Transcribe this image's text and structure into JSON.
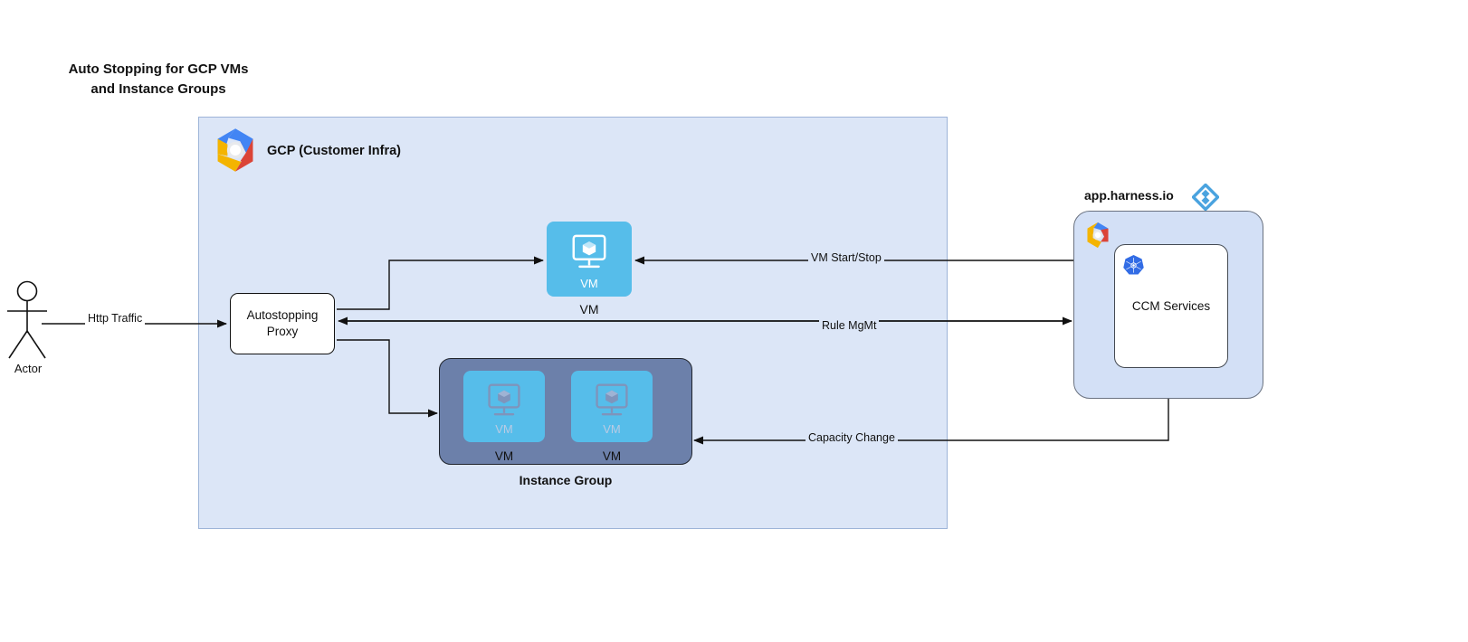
{
  "title": "Auto Stopping for GCP VMs\nand Instance Groups",
  "colors": {
    "gcp_container_fill": "#dce6f7",
    "vm_tile": "#56bdea",
    "instance_group_fill": "#6c80aa",
    "harness_panel_fill": "#d3e0f6",
    "harness_logo_blue": "#4aa3df",
    "kubernetes_blue": "#326ce5",
    "line": "#111111"
  },
  "actor": {
    "label": "Actor",
    "icon": "actor-stick-figure-icon"
  },
  "gcp": {
    "container_label": "GCP (Customer Infra)",
    "logo_icon": "gcp-hexagon-logo-icon"
  },
  "proxy": {
    "label": "Autostopping\nProxy"
  },
  "vm_single": {
    "inner_label": "VM",
    "caption": "VM",
    "icon": "vm-monitor-cube-icon"
  },
  "instance_group": {
    "caption": "Instance Group",
    "vms": [
      {
        "inner_label": "VM",
        "caption": "VM",
        "icon": "vm-monitor-cube-icon"
      },
      {
        "inner_label": "VM",
        "caption": "VM",
        "icon": "vm-monitor-cube-icon"
      }
    ]
  },
  "harness": {
    "title": "app.harness.io",
    "logo_icon": "harness-diamond-logo-icon",
    "gcp_badge_icon": "gcp-hexagon-logo-icon",
    "service": {
      "label": "CCM Services",
      "icon": "kubernetes-helm-icon"
    }
  },
  "edges": [
    {
      "name": "http-traffic",
      "label": "Http Traffic"
    },
    {
      "name": "vm-start-stop",
      "label": "VM Start/Stop"
    },
    {
      "name": "rule-mgmt",
      "label": "Rule MgMt"
    },
    {
      "name": "capacity-change",
      "label": "Capacity Change"
    }
  ]
}
